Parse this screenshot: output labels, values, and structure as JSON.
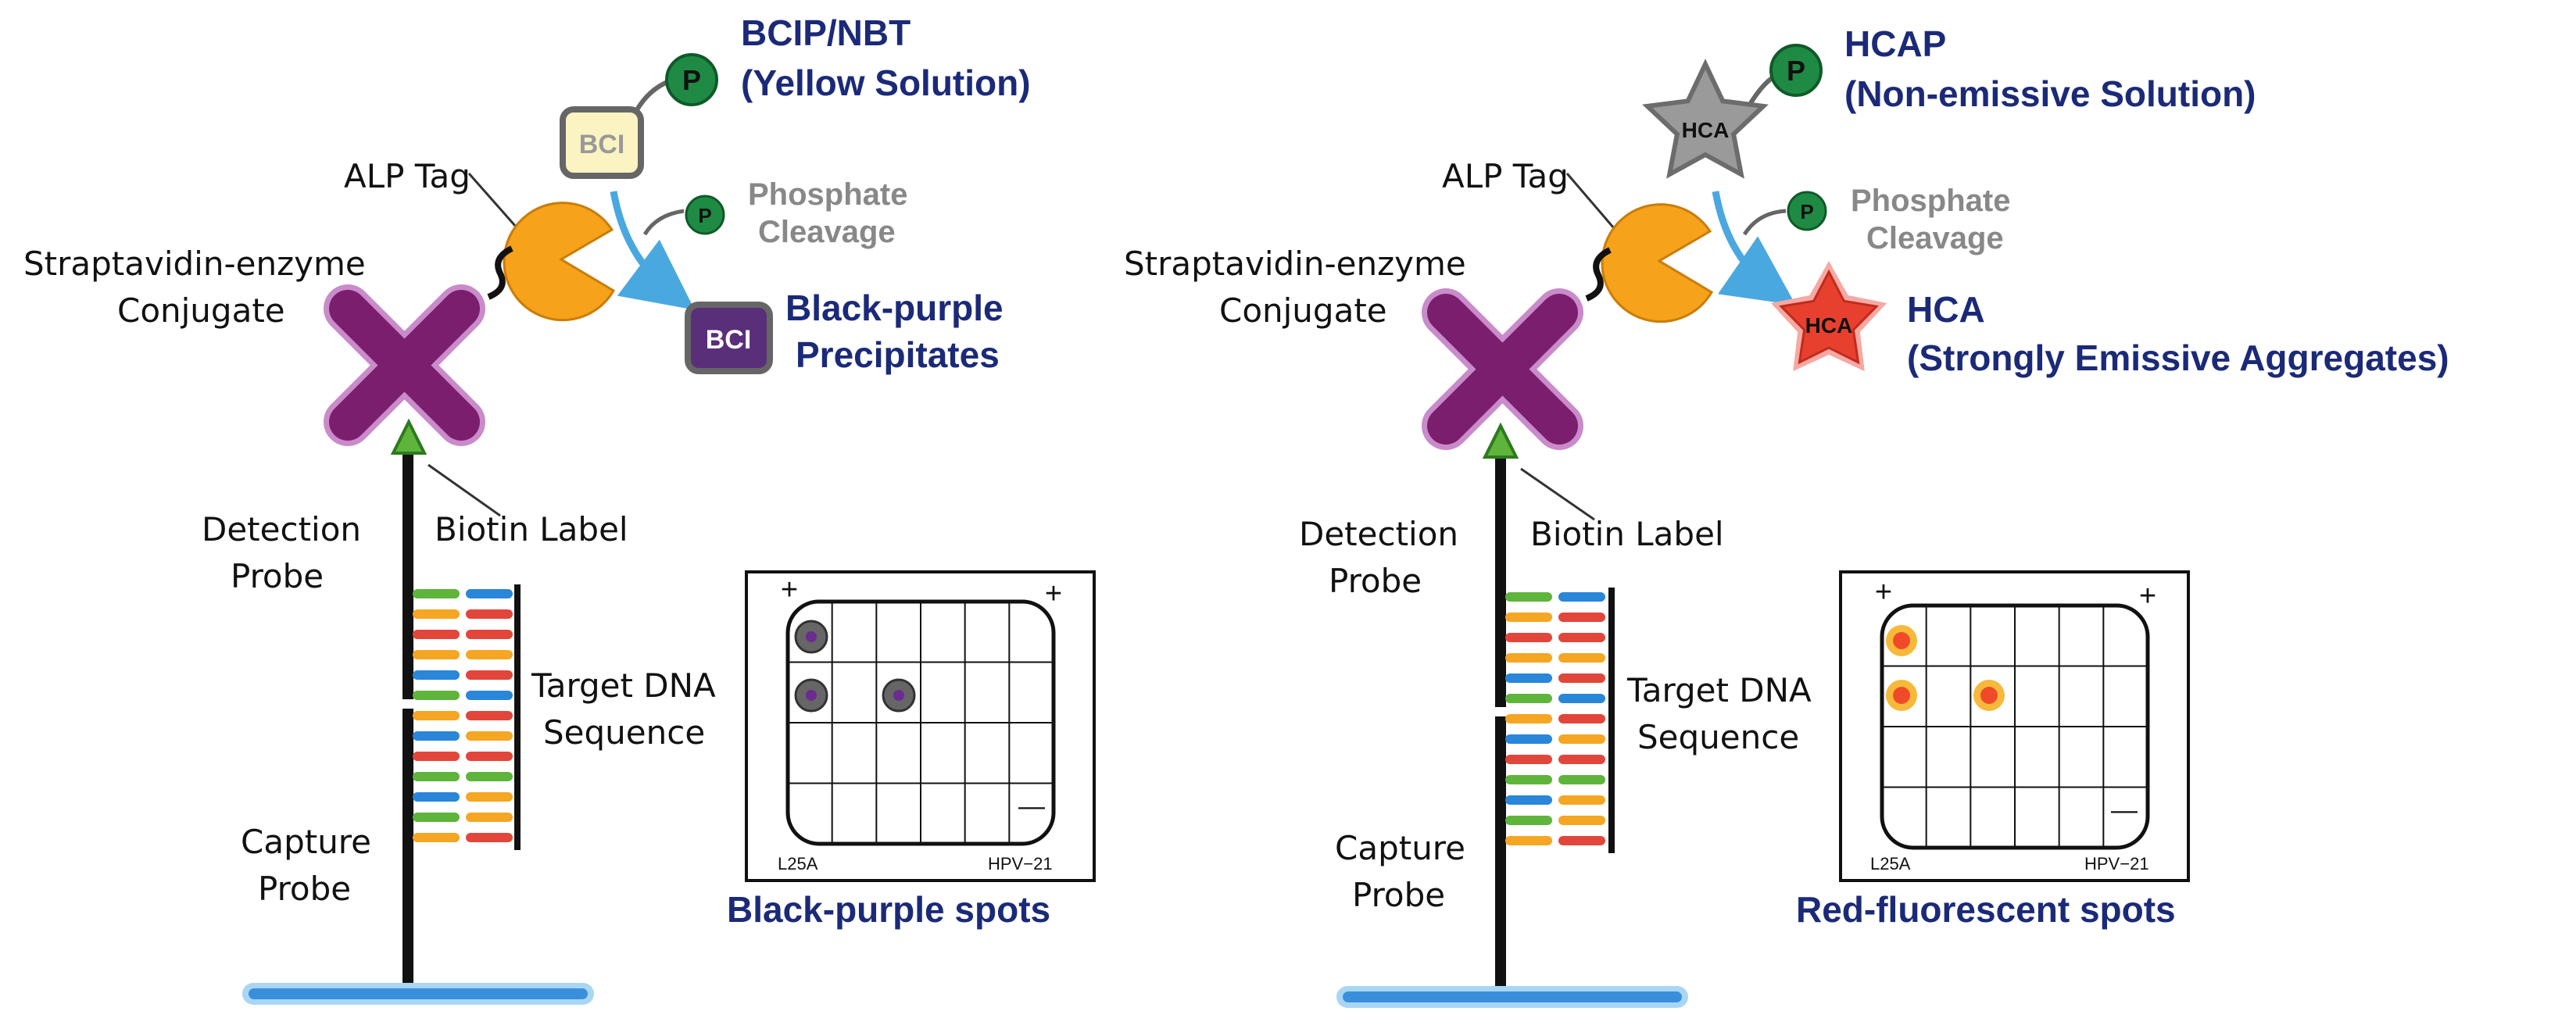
{
  "colors": {
    "title": "#1b2a78",
    "cross": "#7b1e6e",
    "cross_outline": "#c98bc9",
    "pacman": "#f6a21a",
    "phosphate": "#1f8a43",
    "arrow": "#4aa8e0",
    "bci_yellow": "#fbf3c2",
    "bci_purple": "#5a2f7a",
    "hca_star_gray": "#9a9a9a",
    "hca_star_red": "#e8402f",
    "spot_dark": "#555555",
    "spot_red": "#f04a2a",
    "base": "#3a8fdc",
    "strand_blue": "#2a86d8",
    "strand_red": "#e2463a",
    "strand_orange": "#f5a623",
    "strand_green": "#5fb43c"
  },
  "left_panel": {
    "substrate_title": "BCIP/NBT",
    "substrate_subtitle": "(Yellow Solution)",
    "substrate_tag": "BCI",
    "phosphate_symbol": "P",
    "alp_tag": "ALP Tag",
    "cleavage_line1": "Phosphate",
    "cleavage_line2": "Cleavage",
    "conjugate_line1": "Straptavidin-enzyme",
    "conjugate_line2": "Conjugate",
    "product_tag": "BCI",
    "product_line1": "Black-purple",
    "product_line2": "Precipitates",
    "biotin": "Biotin Label",
    "detection_line1": "Detection",
    "detection_line2": "Probe",
    "target_line1": "Target DNA",
    "target_line2": "Sequence",
    "capture_line1": "Capture",
    "capture_line2": "Probe",
    "chip_left": "L25A",
    "chip_right": "HPV−21",
    "chip_plus": "+",
    "chip_minus": "—",
    "result": "Black-purple spots"
  },
  "right_panel": {
    "substrate_title": "HCAP",
    "substrate_subtitle": "(Non-emissive Solution)",
    "substrate_tag": "HCA",
    "phosphate_symbol": "P",
    "alp_tag": "ALP Tag",
    "cleavage_line1": "Phosphate",
    "cleavage_line2": "Cleavage",
    "conjugate_line1": "Straptavidin-enzyme",
    "conjugate_line2": "Conjugate",
    "product_tag": "HCA",
    "product_line1": "HCA",
    "product_line2": "(Strongly Emissive Aggregates)",
    "biotin": "Biotin Label",
    "detection_line1": "Detection",
    "detection_line2": "Probe",
    "target_line1": "Target DNA",
    "target_line2": "Sequence",
    "capture_line1": "Capture",
    "capture_line2": "Probe",
    "chip_left": "L25A",
    "chip_right": "HPV−21",
    "chip_plus": "+",
    "chip_minus": "—",
    "result": "Red-fluorescent spots"
  }
}
